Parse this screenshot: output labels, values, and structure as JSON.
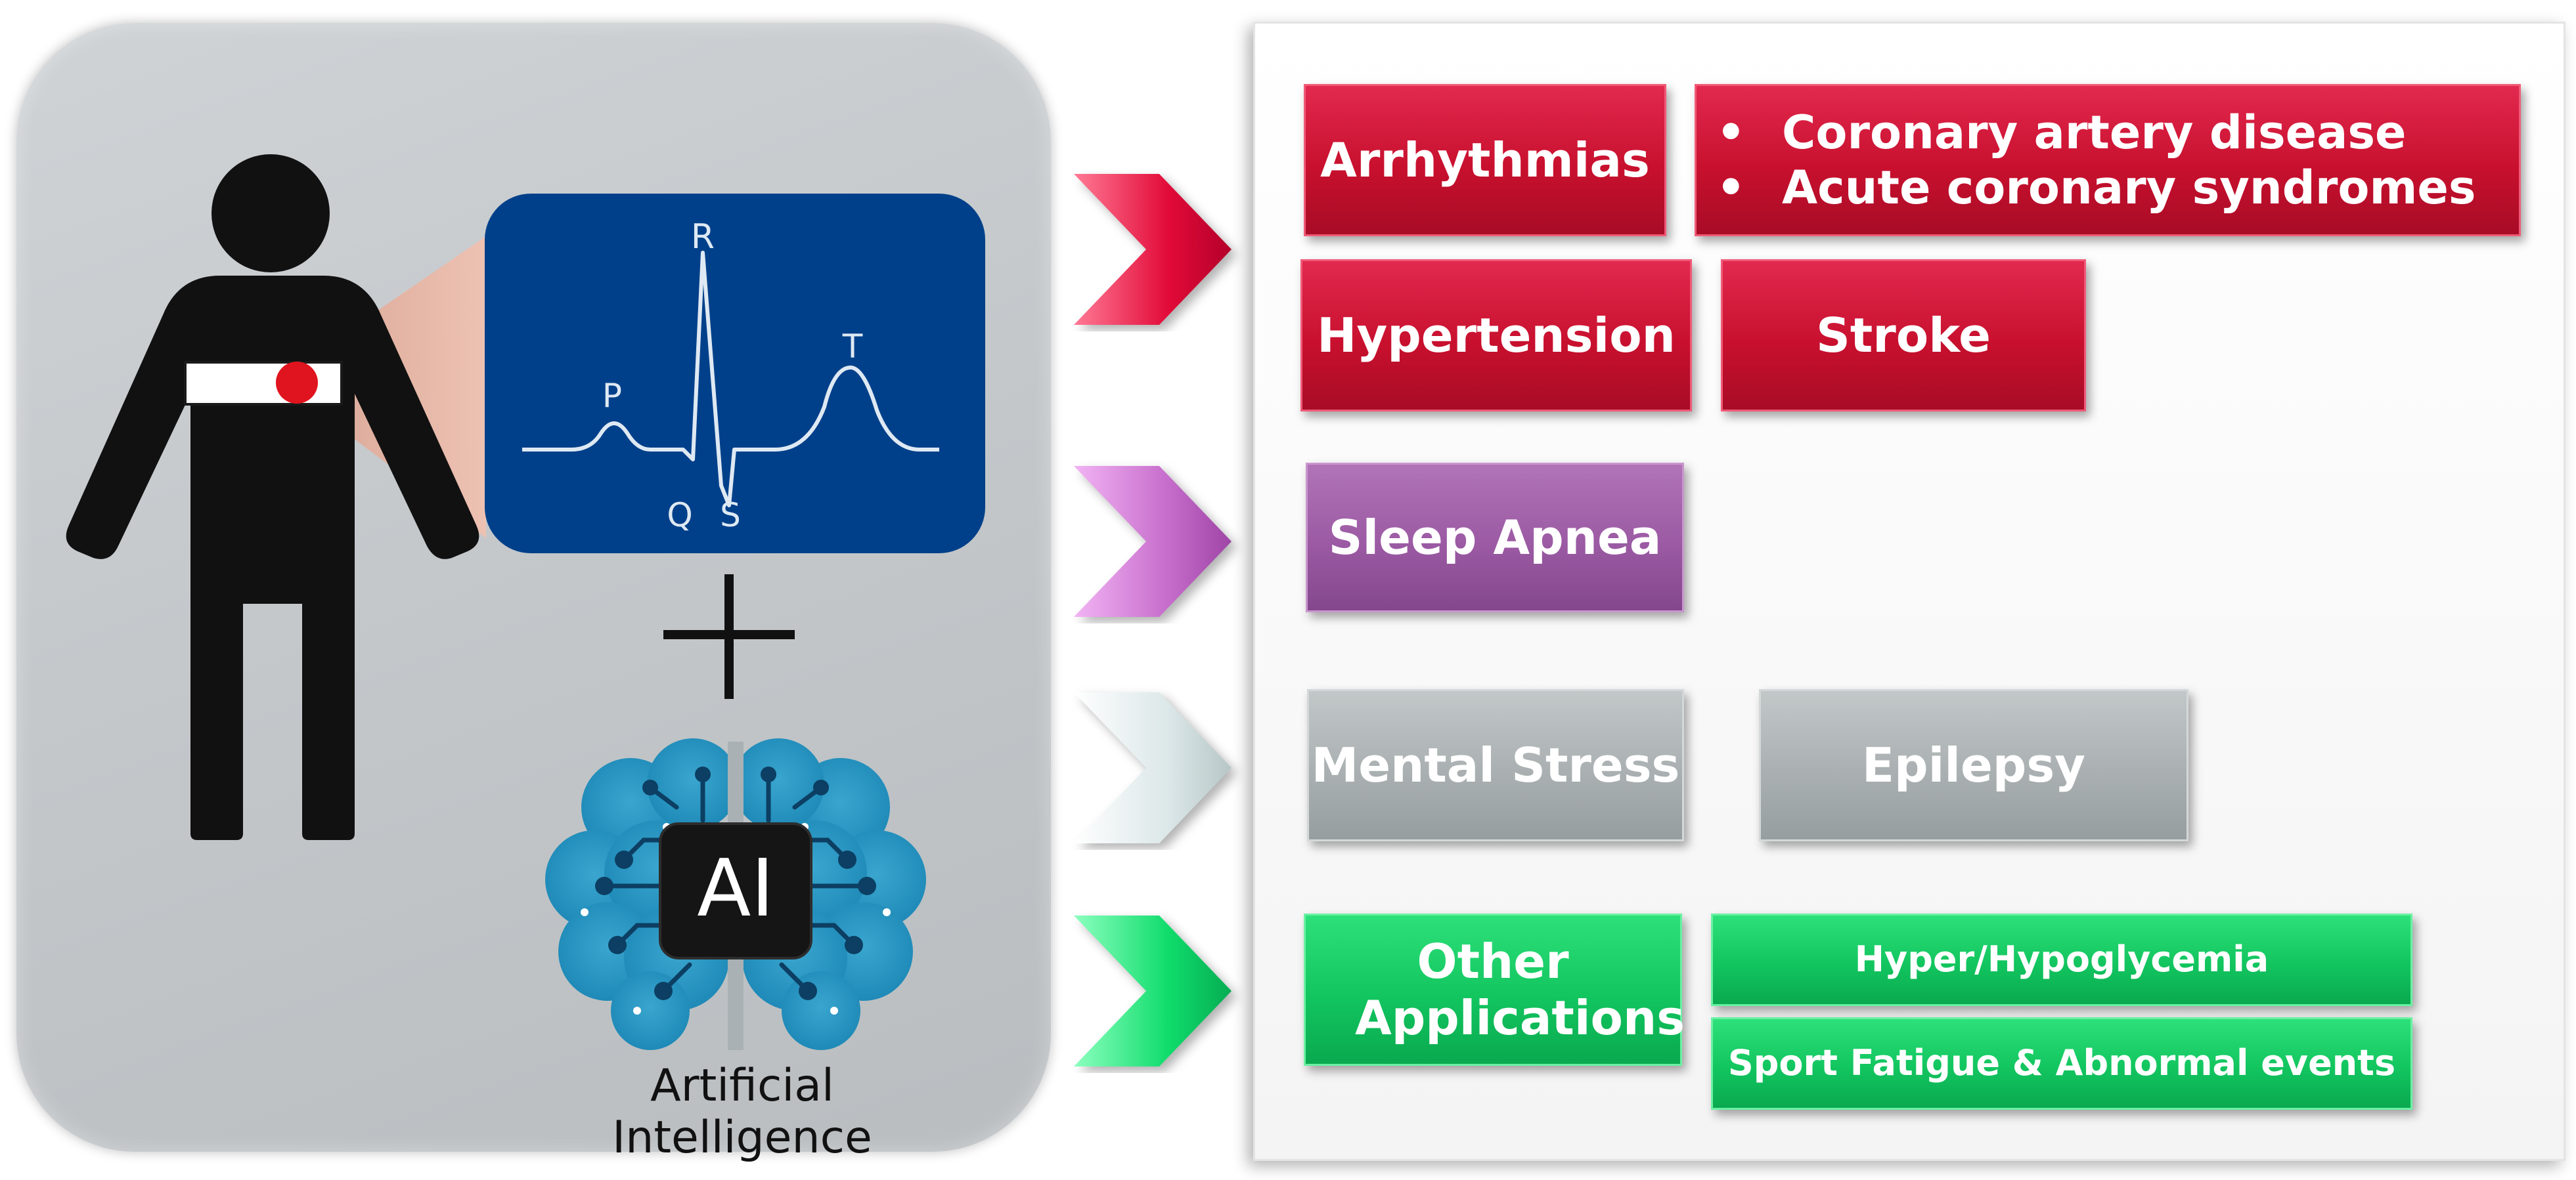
{
  "ecg": {
    "labels": {
      "r": "R",
      "p": "P",
      "t": "T",
      "q": "Q",
      "s": "S"
    }
  },
  "ai": {
    "chip_label": "AI",
    "caption": "Artificial Intelligence"
  },
  "colors": {
    "red": "#c8102e",
    "purple": "#9b5aa3",
    "gray": "#aab0b1",
    "green": "#12c55f",
    "ecg_blue": "#00408a"
  },
  "conditions": {
    "arrhythmias": "Arrhythmias",
    "coronary": [
      "Coronary artery disease",
      "Acute coronary syndromes"
    ],
    "hypertension": "Hypertension",
    "stroke": "Stroke",
    "sleep_apnea": "Sleep Apnea",
    "mental_stress": "Mental Stress",
    "epilepsy": "Epilepsy",
    "other_applications": "Other Applications",
    "hyper_hypoglycemia": "Hyper/Hypoglycemia",
    "sport_fatigue": "Sport Fatigue & Abnormal events"
  }
}
